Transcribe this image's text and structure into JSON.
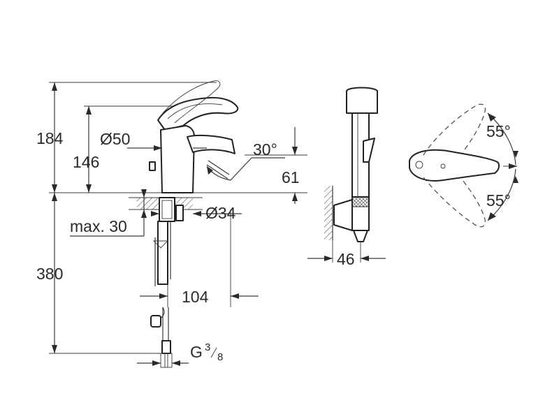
{
  "dimensions": {
    "height_total": "184",
    "spout_height": "146",
    "diameter_body": "Ø50",
    "spout_angle": "30°",
    "spout_clearance": "61",
    "diameter_hole": "Ø34",
    "max_deck": "max. 30",
    "hose_length": "380",
    "reach": "104",
    "shower_depth": "46",
    "rotation_upper": "55°",
    "rotation_lower": "55°",
    "thread_prefix": "G",
    "thread_num": "3",
    "thread_den": "8"
  }
}
